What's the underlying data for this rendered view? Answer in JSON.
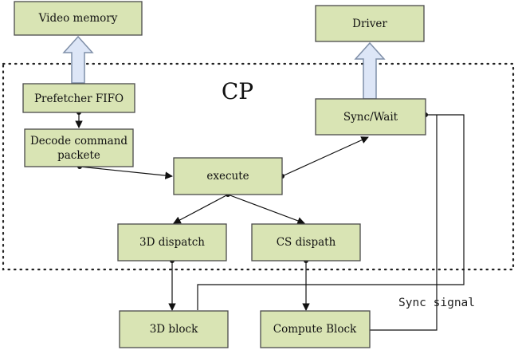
{
  "colors": {
    "box_fill": "#d9e4b4",
    "box_border": "#4a4a4a",
    "wide_arrow_fill": "#dde6f7",
    "wide_arrow_stroke": "#7f8fa8",
    "line": "#111111",
    "dotted_border": "#222222"
  },
  "region": {
    "label": "CP"
  },
  "boxes": {
    "video_memory": "Video memory",
    "driver": "Driver",
    "prefetcher": "Prefetcher FIFO",
    "decode_line1": "Decode command",
    "decode_line2": "packete",
    "sync_wait": "Sync/Wait",
    "execute": "execute",
    "dispatch_3d": "3D dispatch",
    "dispatch_cs": "CS dispath",
    "block_3d": "3D block",
    "block_compute": "Compute Block"
  },
  "labels": {
    "sync_signal": "Sync signal"
  }
}
